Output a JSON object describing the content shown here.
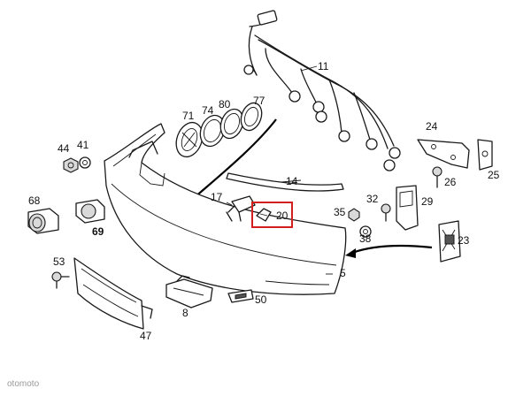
{
  "labels": {
    "p11": "11",
    "p71": "71",
    "p74": "74",
    "p80": "80",
    "p77": "77",
    "p24": "24",
    "p25": "25",
    "p26": "26",
    "p44": "44",
    "p41": "41",
    "p14": "14",
    "p17": "17",
    "p20": "20",
    "p32": "32",
    "p29": "29",
    "p35": "35",
    "p38": "38",
    "p23": "23",
    "p68": "68",
    "p69": "69",
    "p53": "53",
    "p5": "5",
    "p8": "8",
    "p50": "50",
    "p47": "47"
  },
  "highlight": {
    "part": "20",
    "color": "#d22020"
  },
  "watermark": "otomoto"
}
